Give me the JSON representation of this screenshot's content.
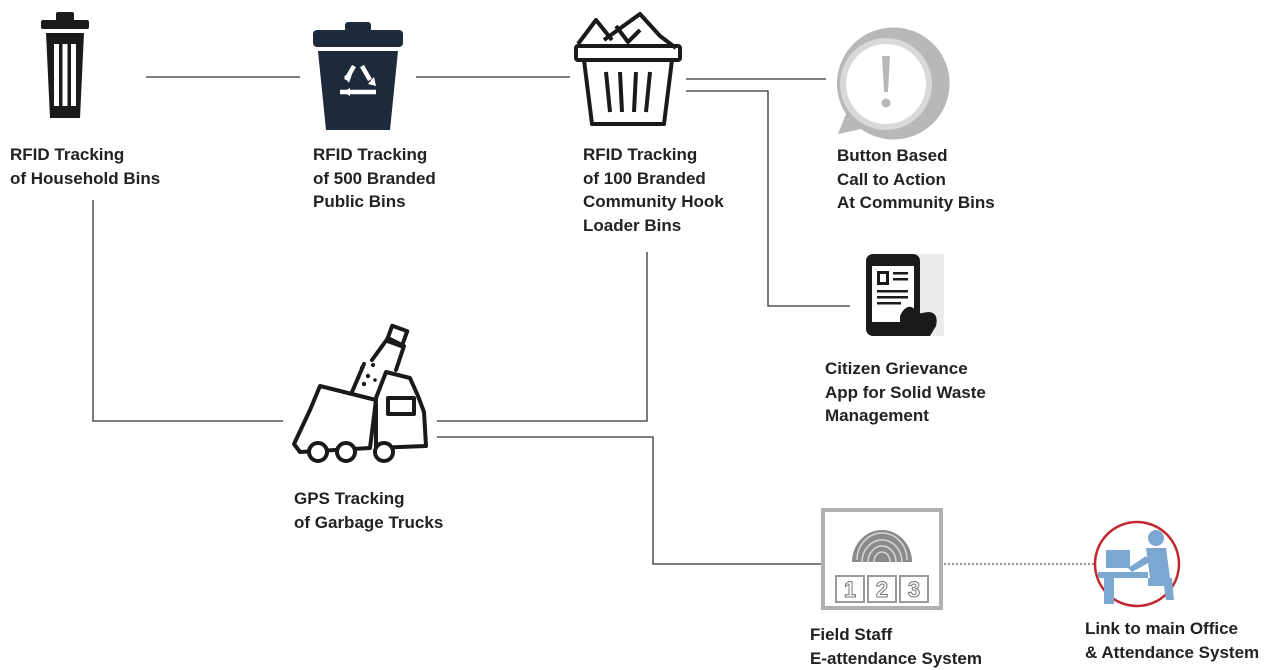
{
  "nodes": {
    "household": {
      "label_lines": [
        "RFID Tracking",
        "of Household Bins"
      ],
      "icon": "trash-bin-icon"
    },
    "public": {
      "label_lines": [
        "RFID Tracking",
        "of 500 Branded",
        "Public Bins"
      ],
      "icon": "recycle-bin-icon"
    },
    "community": {
      "label_lines": [
        "RFID Tracking",
        "of 100 Branded",
        "Community Hook",
        "Loader Bins"
      ],
      "icon": "overflowing-bin-icon"
    },
    "button": {
      "label_lines": [
        "Button Based",
        "Call to Action",
        "At Community Bins"
      ],
      "icon": "alert-button-icon"
    },
    "app": {
      "label_lines": [
        "Citizen Grievance",
        "App for Solid Waste",
        "Management"
      ],
      "icon": "mobile-app-icon"
    },
    "trucks": {
      "label_lines": [
        "GPS Tracking",
        "of Garbage Trucks"
      ],
      "icon": "garbage-truck-icon"
    },
    "attendance": {
      "label_lines": [
        "Field Staff",
        "E-attendance System"
      ],
      "icon": "fingerprint-keypad-icon",
      "keypad_digits": [
        "1",
        "2",
        "3"
      ]
    },
    "office": {
      "label_lines": [
        "Link to main Office",
        "& Attendance System"
      ],
      "icon": "office-worker-icon"
    }
  },
  "colors": {
    "line": "#333333",
    "dotted_line": "#555555",
    "label": "#222222",
    "icon_dark": "#1a1a1a",
    "bin_blue": "#1c2a3a",
    "button_grey": "#b8b8b8",
    "office_ring": "#c0282d",
    "office_blue": "#7ba7d1"
  }
}
